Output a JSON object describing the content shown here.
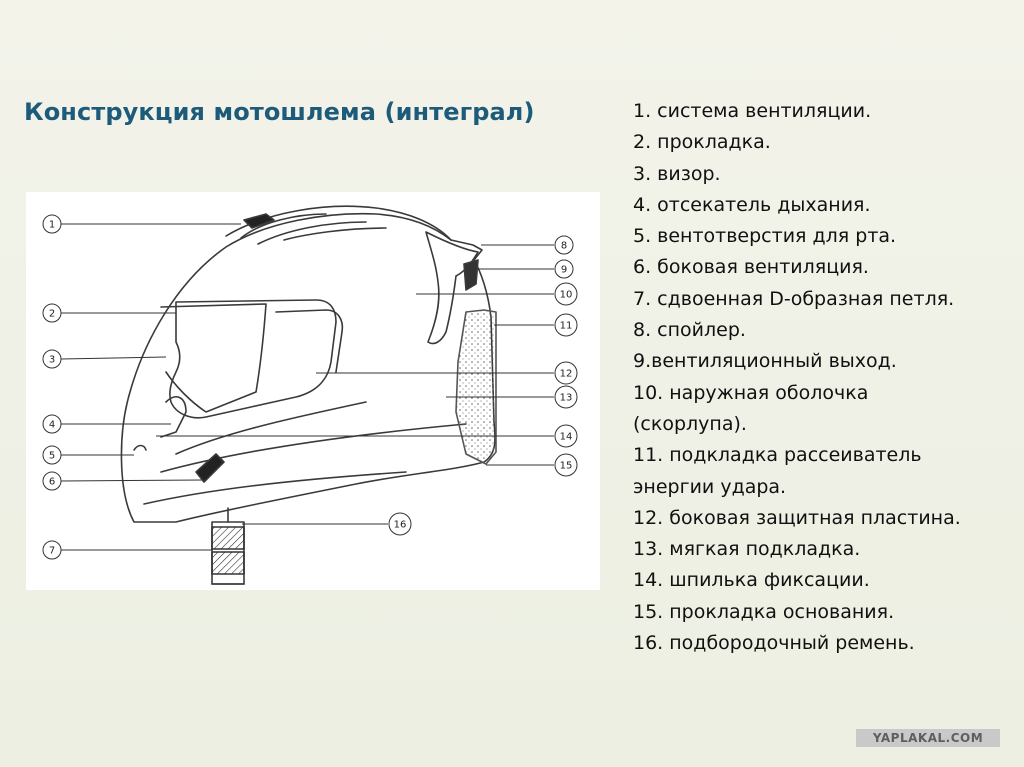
{
  "title": "Конструкция мотошлема (интеграл)",
  "legend": [
    "1. система вентиляции.",
    "2. прокладка.",
    "3. визор.",
    "4. отсекатель дыхания.",
    "5. вентотверстия для рта.",
    "6. боковая вентиляция.",
    "7. сдвоенная D-образная петля.",
    "8. спойлер.",
    "9.вентиляционный выход.",
    "10. наружная оболочка",
    "(скорлупа).",
    "11. подкладка рассеиватель",
    "энергии удара.",
    "12. боковая защитная пластина.",
    "13. мягкая подкладка.",
    "14. шпилька фиксации.",
    "15. прокладка основания.",
    "16. подбородочный ремень."
  ],
  "callouts": [
    "1",
    "2",
    "3",
    "4",
    "5",
    "6",
    "7",
    "8",
    "9",
    "10",
    "11",
    "12",
    "13",
    "14",
    "15",
    "16"
  ],
  "watermark": "YAPLAKAL.COM",
  "colors": {
    "title": "#1d5b7a",
    "background": "#f2f2e8",
    "diagram_bg": "#ffffff",
    "line": "#333333"
  }
}
